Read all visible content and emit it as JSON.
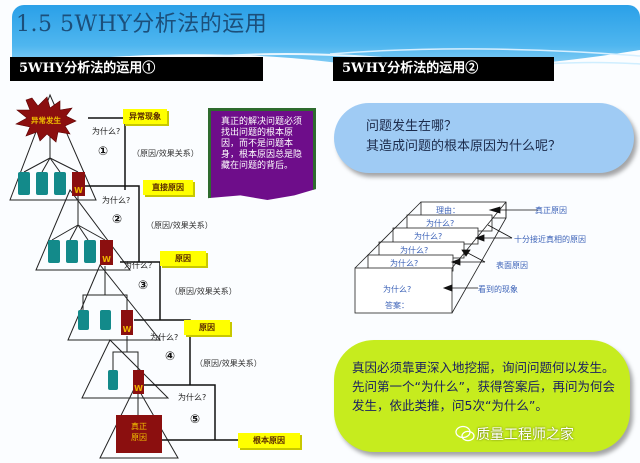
{
  "header": {
    "title": "1.5  5WHY分析法的运用"
  },
  "sections": {
    "left_title": "5WHY分析法的运用①",
    "right_title": "5WHY分析法的运用②"
  },
  "left_diagram": {
    "burst_label": "异常发生",
    "steps": [
      {
        "why": "为什么?",
        "number": "①",
        "relation": "（原因/效果关系）",
        "result": "异常现象"
      },
      {
        "why": "为什么?",
        "number": "②",
        "relation": "（原因/效果关系）",
        "result": "直接原因"
      },
      {
        "why": "为什么?",
        "number": "③",
        "relation": "（原因/效果关系）",
        "result": "原因"
      },
      {
        "why": "为什么?",
        "number": "④",
        "relation": "（原因/效果关系）",
        "result": "原因"
      },
      {
        "why": "为什么?",
        "number": "⑤",
        "relation": "",
        "result": "根本原因"
      }
    ],
    "w_marker": "W",
    "true_cause_box": "真正\n原因",
    "note_card": "真正的解决问题必须找出问题的根本原因，而不是问题本身，根本原因总是隐藏在问题的背后。"
  },
  "right_panel": {
    "question_bubble": {
      "line1": "问题发生在哪？",
      "line2": "其造成问题的根本原因为什么呢？"
    },
    "box_diagram": {
      "layers": [
        "理由：",
        "为什么?",
        "为什么?",
        "为什么?",
        "为什么?"
      ],
      "front_why": "为什么?",
      "front_answer": "答案：",
      "annotations": [
        "真正原因",
        "十分接近真相的原因",
        "表面原因",
        "看到的现象"
      ]
    },
    "conclusion_bubble": "真因必须靠更深入地挖掘，询问问题何以发生。先问第一个“为什么”，获得答案后，再问为何会发生，依此类推，问5次“为什么”。"
  },
  "watermark": {
    "icon": "wechat-icon",
    "text": "质量工程师之家"
  },
  "colors": {
    "header_blue": "#2aa0e8",
    "bar_black": "#000000",
    "label_yellow": "#ffff00",
    "card_purple": "#6e0d8a",
    "card_border_green": "#2e6b2e",
    "bubble_blue": "#9fcbf4",
    "bubble_green": "#c6ec1e",
    "teal_block": "#138a8a",
    "maroon_block": "#8b0f0f",
    "annotation_blue": "#3d63b8"
  }
}
